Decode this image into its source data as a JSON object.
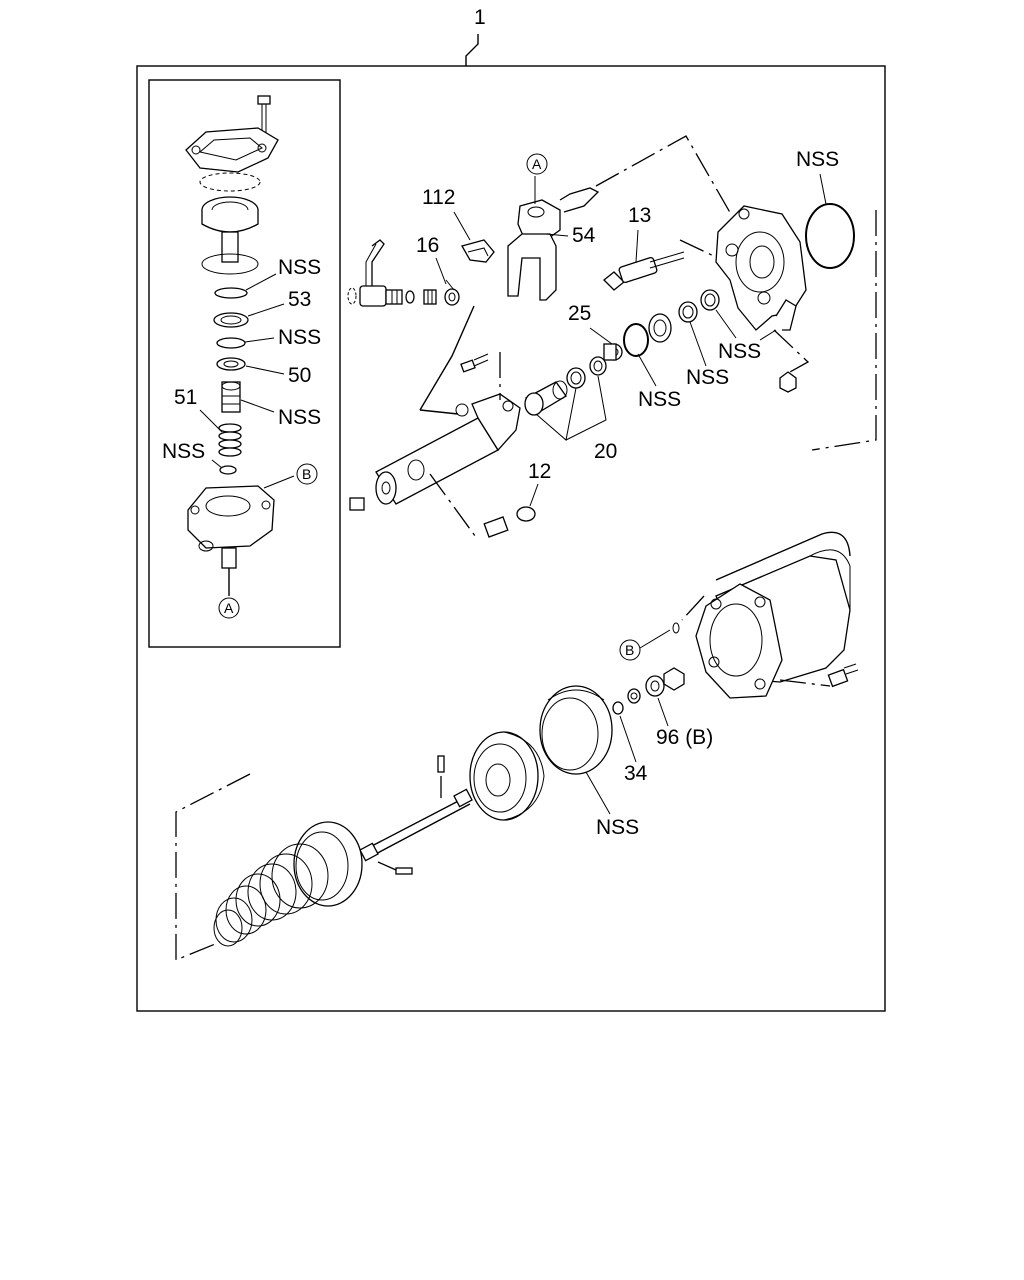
{
  "assembly_label": "1",
  "callouts": {
    "c112": "112",
    "c16": "16",
    "c54": "54",
    "c13": "13",
    "c25": "25",
    "c20": "20",
    "c12": "12",
    "c53": "53",
    "c50": "50",
    "c51": "51",
    "c34": "34",
    "c96": "96 (B)",
    "nss": "NSS"
  },
  "refs": {
    "a": "A",
    "b": "B"
  }
}
